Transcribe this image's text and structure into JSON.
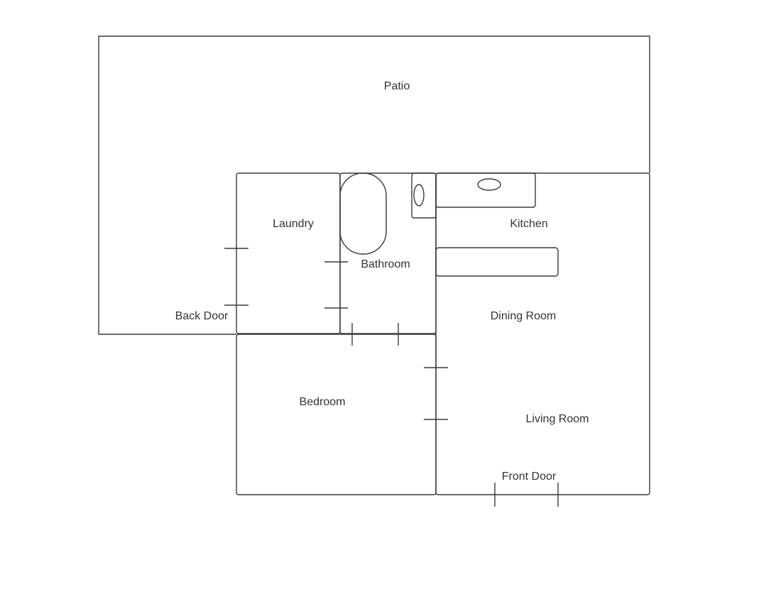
{
  "labels": {
    "patio": "Patio",
    "laundry": "Laundry",
    "bathroom": "Bathroom",
    "kitchen": "Kitchen",
    "dining_room": "Dining Room",
    "back_door": "Back Door",
    "bedroom": "Bedroom",
    "living_room": "Living Room",
    "front_door": "Front Door"
  },
  "colors": {
    "line": "#3a3a3a",
    "text": "#333333",
    "background": "#ffffff"
  }
}
